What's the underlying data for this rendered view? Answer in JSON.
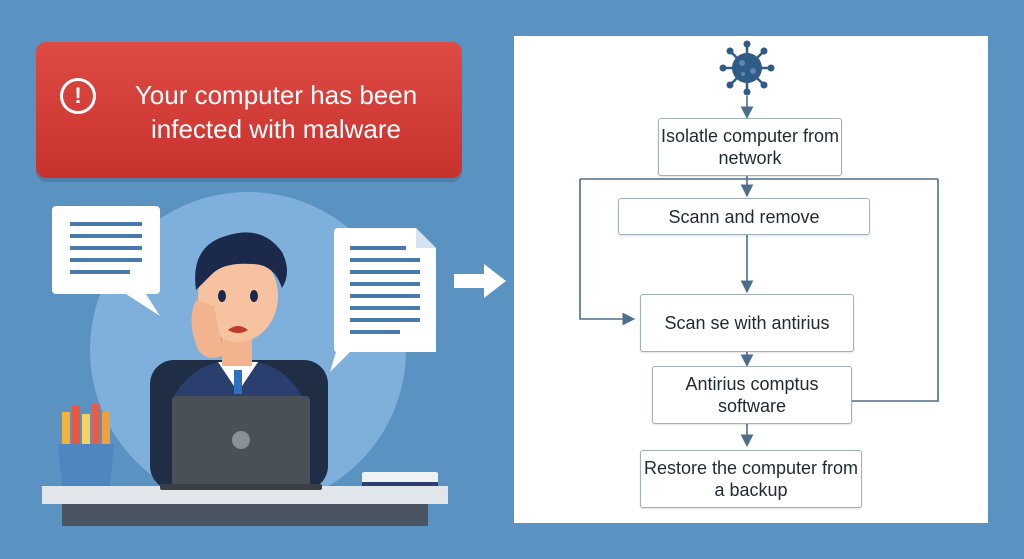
{
  "alert": {
    "icon": "exclamation-circle-icon",
    "message": "Your computer has been infected with malware",
    "color": "#d43c37"
  },
  "illustration": {
    "icons": [
      "speech-bubble-document-icon",
      "document-icon",
      "worried-person",
      "laptop-icon",
      "pencil-cup-icon",
      "book-icon",
      "right-arrow-icon"
    ]
  },
  "flowchart": {
    "start_icon": "virus-icon",
    "steps": [
      {
        "id": "step-1",
        "label": "Isolatle computer from network"
      },
      {
        "id": "step-2",
        "label": "Scann and remove"
      },
      {
        "id": "step-3",
        "label": "Scan se with antirius"
      },
      {
        "id": "step-4",
        "label": "Antirius comptus software"
      },
      {
        "id": "step-5",
        "label": "Restore the computer from a backup"
      }
    ],
    "line_color": "#4d6e8c"
  }
}
